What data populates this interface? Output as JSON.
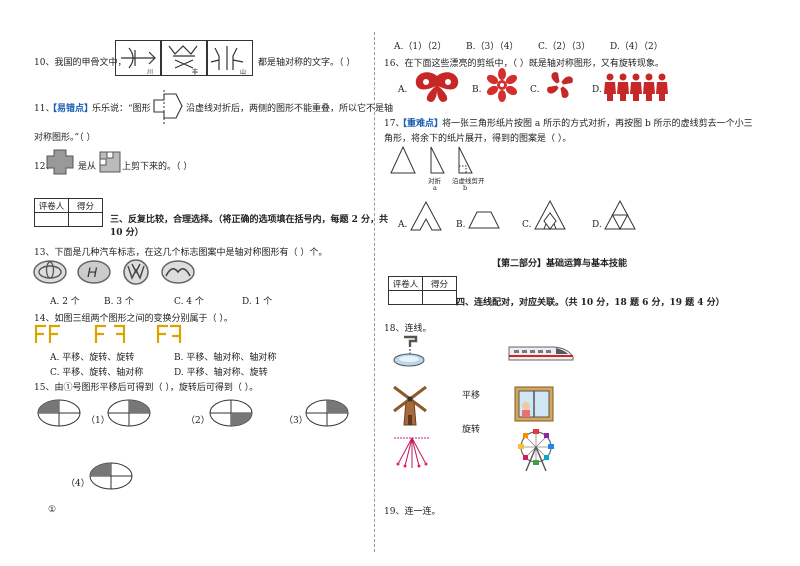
{
  "left": {
    "q10": {
      "before": "10、我国的甲骨文中，",
      "after": "都是轴对称的文字。（        ）",
      "glyph_captions": [
        "川",
        "非",
        "山"
      ]
    },
    "q11": {
      "num": "11、",
      "tag": "【易错点】",
      "text1": "乐乐说：“图形",
      "text2": "沿虚线对折后，两侧的图形不能重叠，所以它不是轴",
      "line2": "对称图形。”（        ）"
    },
    "q12": {
      "num": "12、",
      "text1": "是从",
      "text2": "上剪下来的。（        ）"
    },
    "section3": {
      "score_headers": [
        "评卷人",
        "得分"
      ],
      "title": "三、反复比较，合理选择。（将正确的选项填在括号内，每题 2 分，共",
      "title2": "10 分）"
    },
    "q13": {
      "text": "13、下面是几种汽车标志，在这几个标志图案中是轴对称图形有（                    ）个。",
      "options": [
        "A.  2 个",
        "B.  3 个",
        "C.  4 个",
        "D.  1 个"
      ]
    },
    "q14": {
      "text": "14、如图三组两个图形之间的变换分别属于（                    ）。",
      "options": [
        "A.  平移、旋转、旋转",
        "B.  平移、轴对称、轴对称",
        "C.  平移、旋转、轴对称",
        "D.  平移、轴对称、旋转"
      ]
    },
    "q15": {
      "text": "15、由①号图形平移后可得到（                    ），旋转后可得到（                    ）。",
      "labels": [
        "（1）",
        "（2）",
        "（3）",
        "（4）"
      ],
      "circle_label": "①"
    }
  },
  "right": {
    "q15_options": [
      "A.（1）（2）",
      "B.（3）（4）",
      "C.（2）（3）",
      "D.（4）（2）"
    ],
    "q16": {
      "text": "16、在下面这些漂亮的剪纸中，（                    ）既是轴对称图形，又有旋转现象。",
      "options": [
        "A.",
        "B.",
        "C.",
        "D."
      ]
    },
    "q17": {
      "num": "17、",
      "tag": "【重难点】",
      "text1": "将一张三角形纸片按图 a 所示的方式对折，再按图 b 所示的虚线剪去一个小三",
      "line2": "角形，将余下的纸片展开，得到的图案是（                    ）。",
      "fig_labels": [
        "对折",
        "a",
        "沿虚线剪开",
        "b"
      ],
      "options": [
        "A.",
        "B.",
        "C.",
        "D."
      ]
    },
    "part2": {
      "title": "【第二部分】基础运算与基本技能"
    },
    "section4": {
      "score_headers": [
        "评卷人",
        "得分"
      ],
      "title": "四、连线配对，对应关联。（共 10 分，18 题 6 分，19 题 4 分）"
    },
    "q18": {
      "text": "18、连线。",
      "word1": "平移",
      "word2": "旋转"
    },
    "q19": {
      "text": "19、连一连。"
    }
  }
}
